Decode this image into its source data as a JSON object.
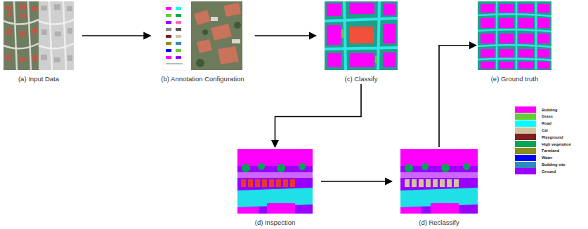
{
  "diagram": {
    "nodes": [
      {
        "text": [
          "(a) Input Data"
        ]
      },
      {
        "text": [
          "(b) Annotation Configuration"
        ]
      },
      {
        "text": [
          "(c) Classify"
        ]
      },
      {
        "text": [
          "(d) Inspection"
        ]
      },
      {
        "text": [
          "(d) Reclassify"
        ]
      },
      {
        "text": [
          "(e) Ground truth"
        ]
      }
    ],
    "edges": [
      {
        "from": 0,
        "to": 1,
        "arrow": "to"
      },
      {
        "from": 1,
        "to": 2,
        "arrow": "to"
      },
      {
        "from": 2,
        "to": 3,
        "arrow": "to"
      },
      {
        "from": 3,
        "to": 4,
        "arrow": "to"
      },
      {
        "from": 4,
        "to": 5,
        "arrow": "to"
      }
    ],
    "legend": [
      {
        "text": "Building",
        "color": "#ff00ff"
      },
      {
        "text": "Grass",
        "color": "#66cc33"
      },
      {
        "text": "Road",
        "color": "#00ffff"
      },
      {
        "text": "Car",
        "color": "#d2c29e"
      },
      {
        "text": "Playground",
        "color": "#7f1f1f"
      },
      {
        "text": "High vegetation",
        "color": "#00a651"
      },
      {
        "text": "Farmland",
        "color": "#8c8c1e"
      },
      {
        "text": "Water",
        "color": "#0000ff"
      },
      {
        "text": "Building site",
        "color": "#2e8bc0"
      },
      {
        "text": "Ground",
        "color": "#9900ff"
      }
    ]
  }
}
